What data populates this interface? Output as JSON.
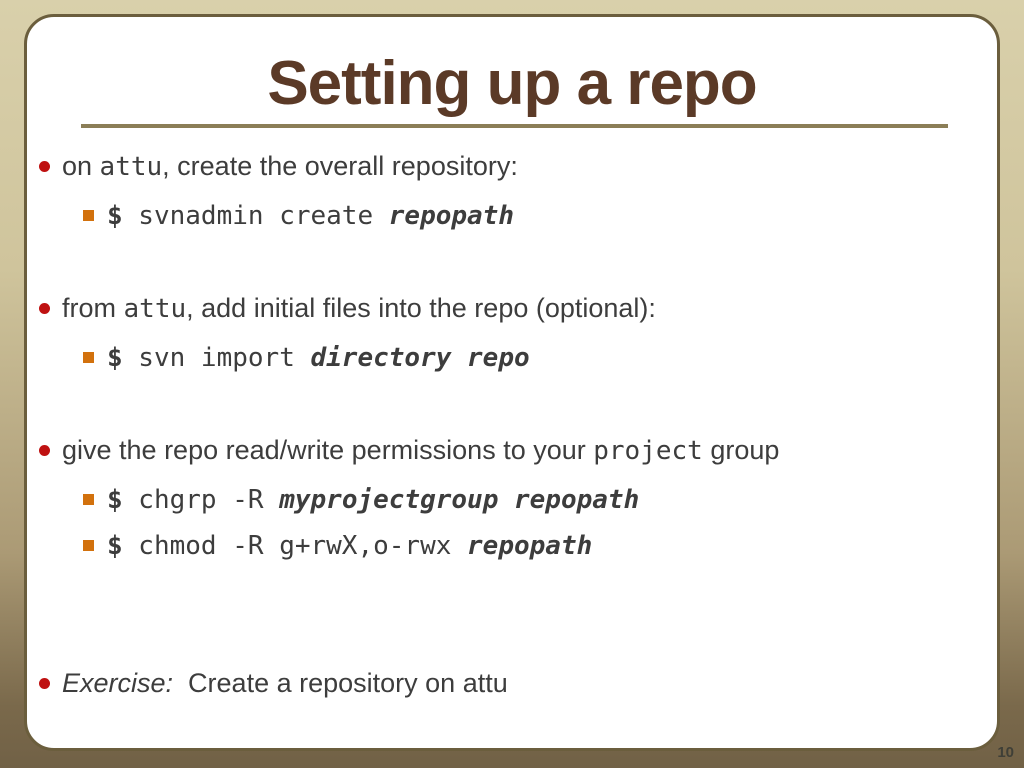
{
  "title": "Setting up a repo",
  "page_number": "10",
  "colors": {
    "title_text": "#5b3a27",
    "title_rule": "#8b7e57",
    "body_text": "#3d3d3d",
    "main_bullet": "#bf1111",
    "sub_bullet": "#d2710d",
    "slide_border": "#6b5e3d",
    "background_top": "#d9d0ab",
    "background_bottom": "#716146"
  },
  "icons": {
    "main_bullet": "red-dot-bullet-icon",
    "sub_bullet": "orange-square-bullet-icon"
  },
  "bullets": [
    {
      "level": "main",
      "runs": [
        {
          "text": "on ",
          "style": "body"
        },
        {
          "text": "attu",
          "style": "mono"
        },
        {
          "text": ", create the overall repository:",
          "style": "body"
        }
      ]
    },
    {
      "level": "sub",
      "runs": [
        {
          "text": "$",
          "style": "mono-bold"
        },
        {
          "text": " svnadmin create ",
          "style": "mono"
        },
        {
          "text": "repopath",
          "style": "mono-boldit"
        }
      ]
    },
    {
      "level": "main",
      "runs": [
        {
          "text": "from ",
          "style": "body"
        },
        {
          "text": "attu",
          "style": "mono"
        },
        {
          "text": ", add initial files into the repo (optional):",
          "style": "body"
        }
      ]
    },
    {
      "level": "sub",
      "runs": [
        {
          "text": "$",
          "style": "mono-bold"
        },
        {
          "text": " svn import ",
          "style": "mono"
        },
        {
          "text": "directory repo",
          "style": "mono-boldit"
        }
      ]
    },
    {
      "level": "main",
      "runs": [
        {
          "text": "give the repo read/write permissions to your ",
          "style": "body"
        },
        {
          "text": "project",
          "style": "mono"
        },
        {
          "text": " group",
          "style": "body"
        }
      ]
    },
    {
      "level": "sub",
      "runs": [
        {
          "text": "$",
          "style": "mono-bold"
        },
        {
          "text": " chgrp -R ",
          "style": "mono"
        },
        {
          "text": "myprojectgroup repopath",
          "style": "mono-boldit"
        }
      ]
    },
    {
      "level": "sub",
      "runs": [
        {
          "text": "$",
          "style": "mono-bold"
        },
        {
          "text": " chmod -R g+rwX,o-rwx ",
          "style": "mono"
        },
        {
          "text": "repopath",
          "style": "mono-boldit"
        }
      ]
    },
    {
      "level": "main",
      "runs": [
        {
          "text": "Exercise:",
          "style": "italic"
        },
        {
          "text": "  Create a repository on attu",
          "style": "body"
        }
      ]
    }
  ]
}
